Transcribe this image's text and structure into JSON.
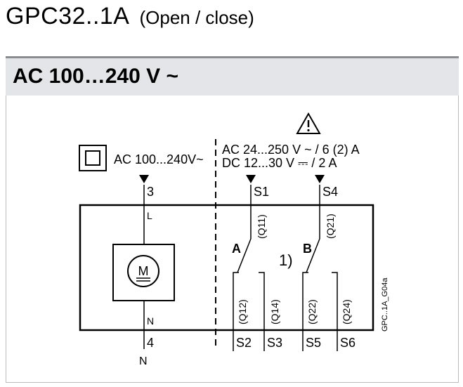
{
  "header": {
    "model": "GPC32..1A",
    "mode": "(Open / close)",
    "supply_band": "AC 100…240 V ~"
  },
  "diagram": {
    "supply_label": "AC 100...240V~",
    "contact_rating_ac": "AC 24...250 V ~ / 6 (2) A",
    "contact_rating_dc": "DC 12...30 V ⎓ / 2 A",
    "terminal_3": "3",
    "terminal_L": "L",
    "terminal_N_inner": "N",
    "terminal_4": "4",
    "terminal_N_outer": "N",
    "motor_label": "M",
    "switch_a": "A",
    "switch_b": "B",
    "footnote_marker": "1)",
    "terminals": {
      "s1": "S1",
      "s2": "S2",
      "s3": "S3",
      "s4": "S4",
      "s5": "S5",
      "s6": "S6"
    },
    "contacts": {
      "q11": "(Q11)",
      "q12": "(Q12)",
      "q14": "(Q14)",
      "q21": "(Q21)",
      "q22": "(Q22)",
      "q24": "(Q24)"
    },
    "figure_code": "GPC..1A_G04a",
    "warning_icon": "warning-triangle-icon",
    "double_insulation_icon": "double-insulation-icon"
  }
}
